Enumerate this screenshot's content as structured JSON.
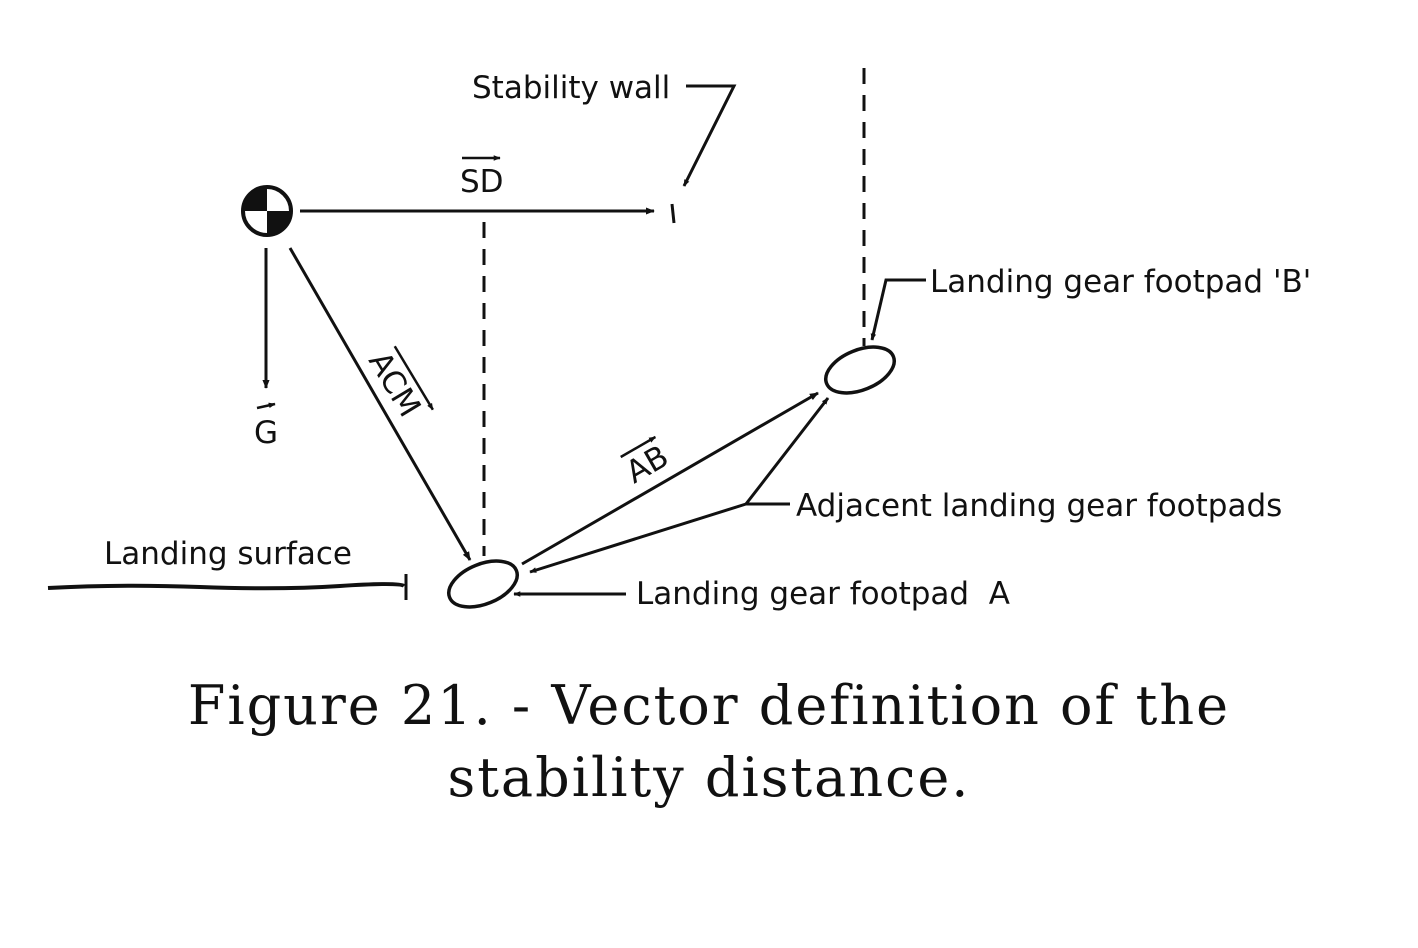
{
  "labels": {
    "stability_wall": "Stability wall",
    "sd": "SD",
    "g": "G",
    "acm": "ACM",
    "ab": "AB",
    "footpad_b": "Landing gear footpad 'B'",
    "adjacent": "Adjacent landing gear footpads",
    "landing_surface": "Landing surface",
    "footpad_a": "Landing gear footpad  A"
  },
  "caption": {
    "line1": "Figure 21. - Vector definition of the",
    "line2": "stability distance."
  },
  "colors": {
    "ink": "#111111",
    "background": "#ffffff"
  }
}
